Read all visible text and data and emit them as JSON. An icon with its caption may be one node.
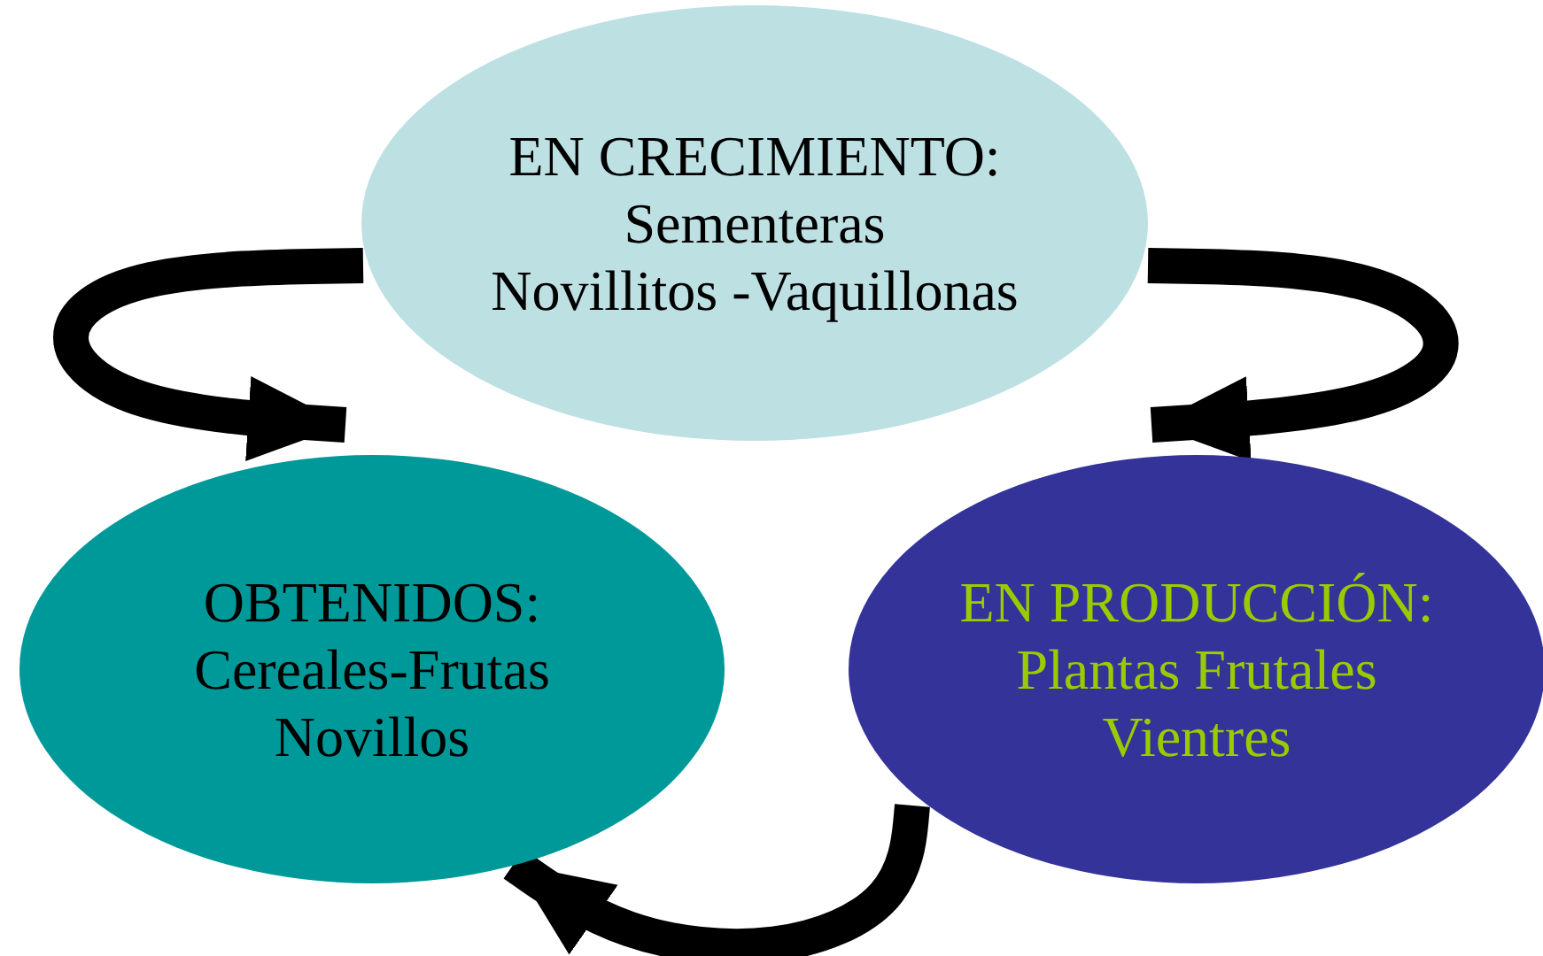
{
  "diagram": {
    "nodes": [
      {
        "text": [
          "EN CRECIMIENTO:",
          "Sementeras",
          "Novillitos -Vaquillonas"
        ]
      },
      {
        "text": [
          "OBTENIDOS:",
          "Cereales-Frutas",
          "Novillos"
        ]
      },
      {
        "text": [
          "EN PRODUCCIÓN:",
          "Plantas Frutales",
          "Vientres"
        ]
      }
    ],
    "edges": [
      {
        "from": 0,
        "to": 1,
        "arrow": "to"
      },
      {
        "from": 0,
        "to": 2,
        "arrow": "to"
      },
      {
        "from": 2,
        "to": 1,
        "arrow": "to"
      }
    ]
  }
}
